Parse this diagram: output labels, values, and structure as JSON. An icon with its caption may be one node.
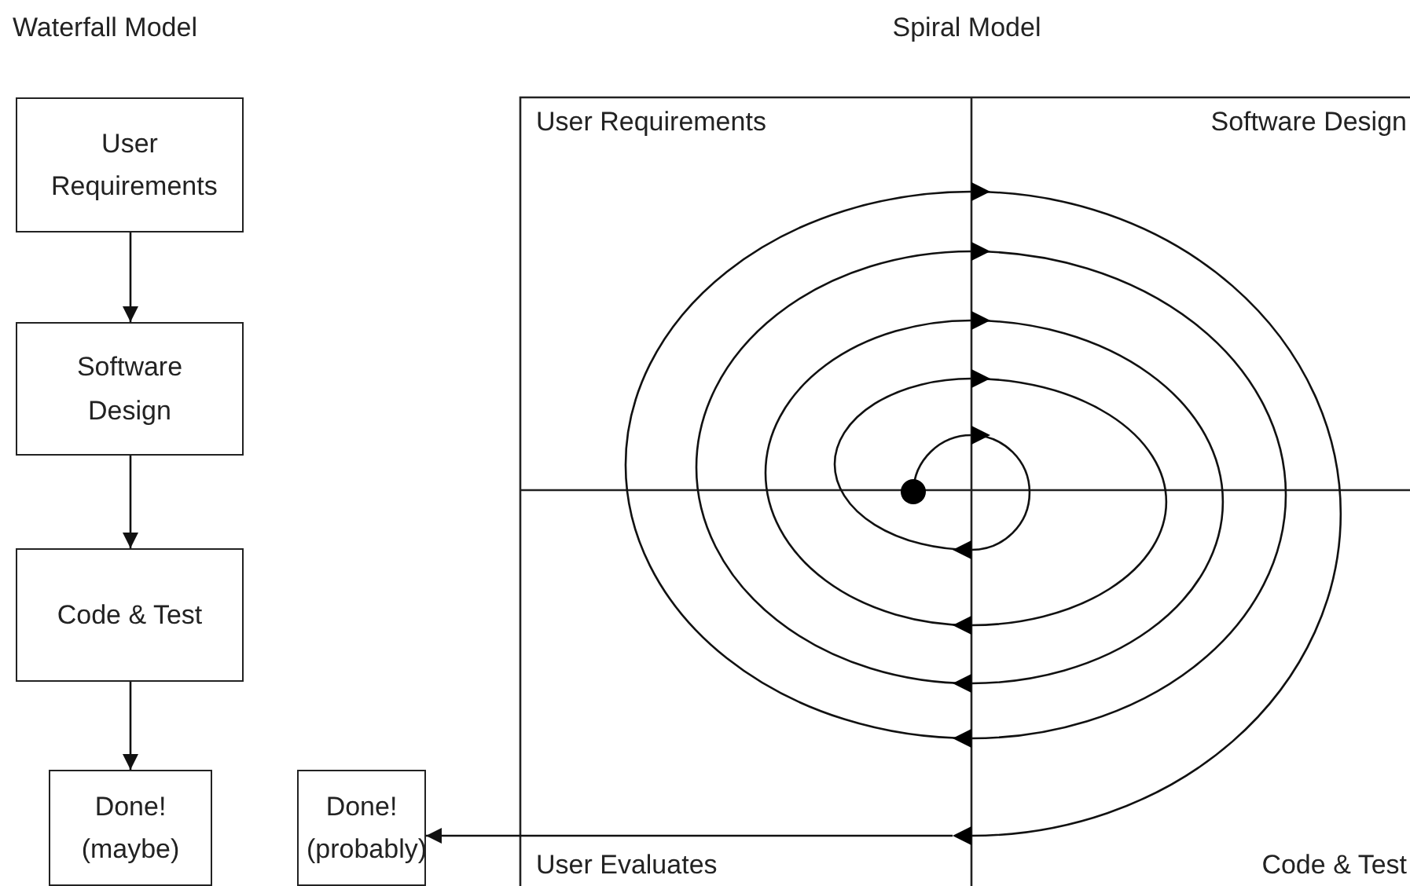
{
  "diagram": {
    "nodes": [
      {
        "text": [
          "User Requirements"
        ]
      },
      {
        "text": [
          "Software Design"
        ]
      },
      {
        "text": [
          "Code & Test"
        ]
      },
      {
        "text": [
          "Done! (maybe)"
        ]
      },
      {
        "text": [
          "Done! (probably)"
        ]
      }
    ],
    "edges": [
      {
        "from": 0,
        "to": 1,
        "arrow": "to"
      },
      {
        "from": 1,
        "to": 2,
        "arrow": "to"
      },
      {
        "from": 2,
        "to": 3,
        "arrow": "to"
      },
      {
        "from": null,
        "to": 4,
        "arrow": "to"
      }
    ],
    "labels": [
      "Waterfall Model",
      "Spiral Model",
      "User Requirements",
      "Software Design",
      "User Evaluates",
      "Code & Test"
    ]
  }
}
